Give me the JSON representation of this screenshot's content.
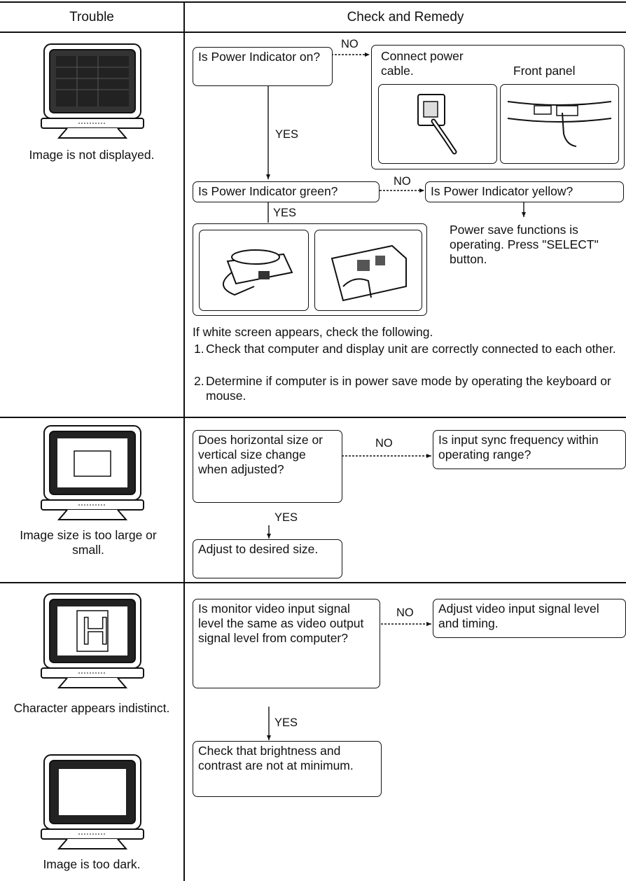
{
  "header": {
    "trouble": "Trouble",
    "remedy": "Check and Remedy"
  },
  "section1": {
    "caption": "Image is not displayed.",
    "q_power_on": "Is Power Indicator on?",
    "no1": "NO",
    "connect_title": "Connect power cable.",
    "front_panel": "Front panel",
    "yes1": "YES",
    "q_green": "Is Power Indicator green?",
    "no2": "NO",
    "q_yellow": "Is Power Indicator yellow?",
    "yes2": "YES",
    "power_save": "Power save functions is operating. Press \"SELECT\" button.",
    "white_screen": "If white screen appears, check the following.",
    "item1_num": "1.",
    "item1": "Check that computer and display unit are correctly connected to each other.",
    "item2_num": "2.",
    "item2": "Determine if computer is in power save mode by operating the keyboard or mouse."
  },
  "section2": {
    "caption": "Image size is too large or small.",
    "q_size": "Does horizontal size or vertical size change when adjusted?",
    "no": "NO",
    "sync": "Is input sync frequency within operating range?",
    "yes": "YES",
    "adjust": "Adjust to desired size."
  },
  "section3": {
    "caption1": "Character appears indistinct.",
    "caption2": "Image is too dark.",
    "glyph": "H",
    "q_level": "Is monitor video input signal level the same as video output signal level from computer?",
    "no": "NO",
    "adjust_video": "Adjust video input signal level and timing.",
    "yes": "YES",
    "check_bright": "Check that brightness and contrast are not at minimum."
  }
}
